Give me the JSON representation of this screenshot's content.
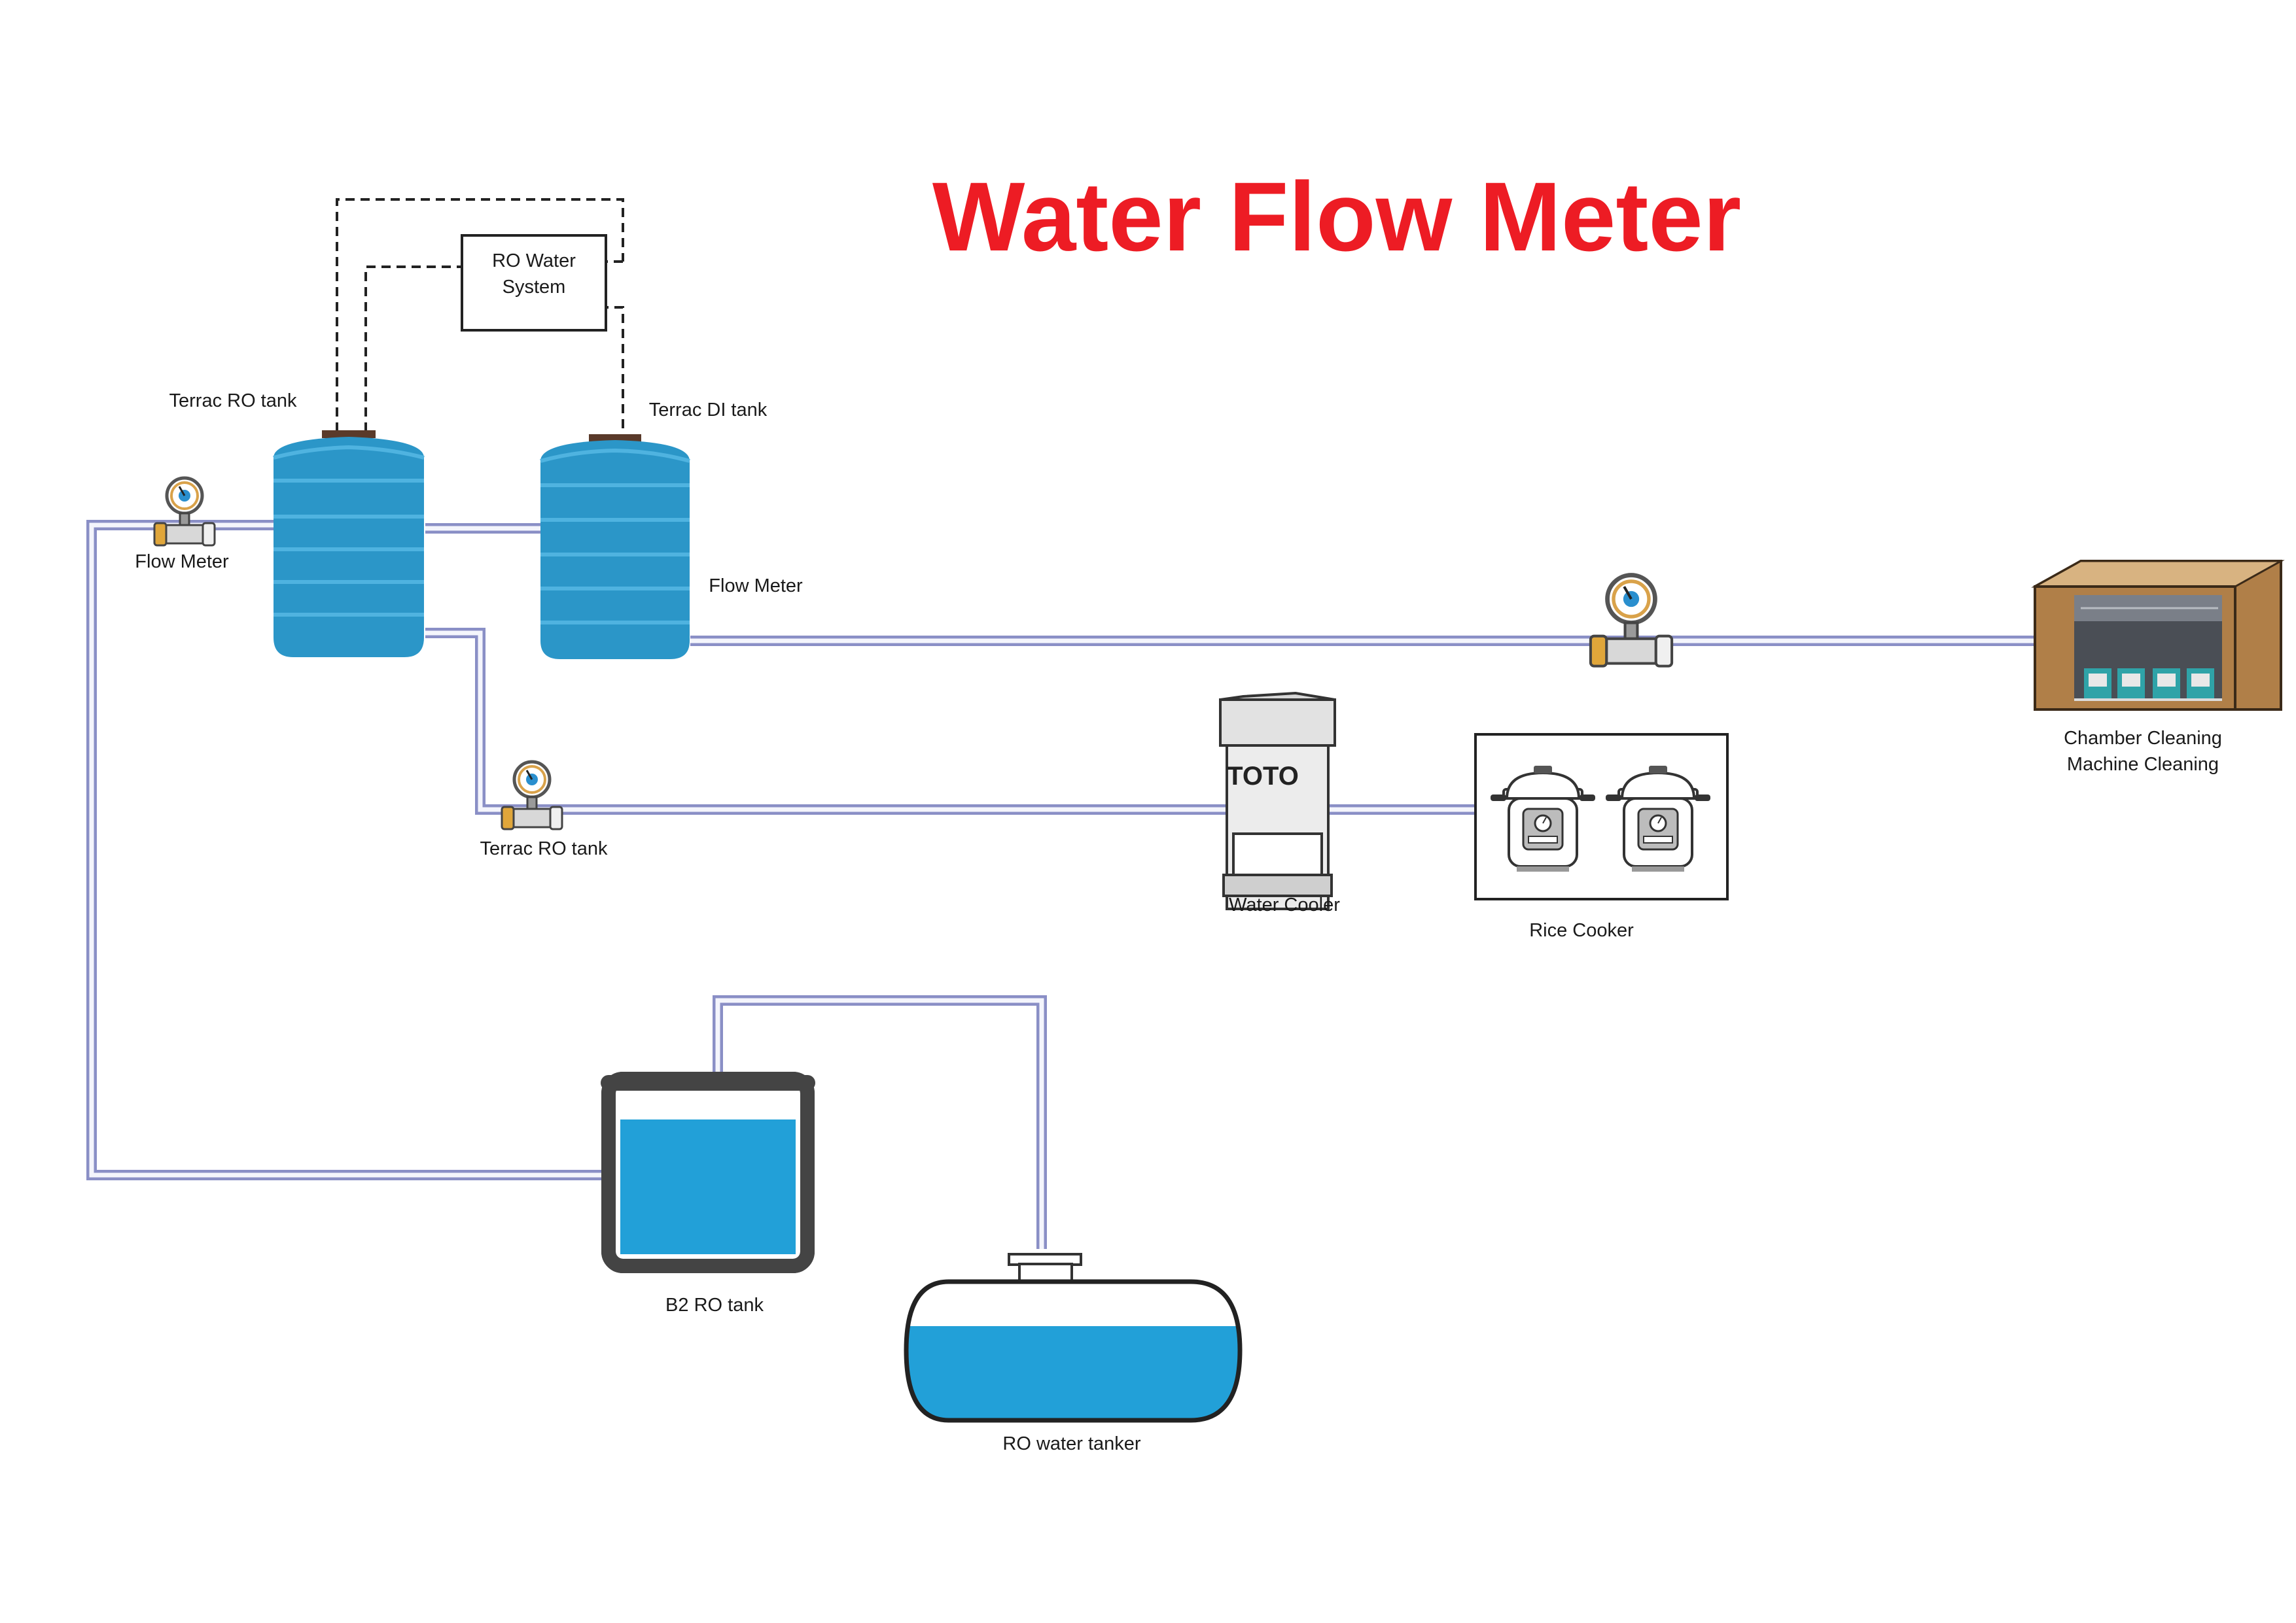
{
  "title": "Water Flow Meter",
  "ro_system": {
    "line1": "RO Water",
    "line2": "System"
  },
  "labels": {
    "terrac_ro_tank_top": "Terrac RO tank",
    "terrac_di_tank": "Terrac DI tank",
    "flow_meter_left": "Flow Meter",
    "flow_meter_right": "Flow Meter",
    "terrac_ro_tank_branch": "Terrac RO tank",
    "water_cooler": "Water Cooler",
    "rice_cooker": "Rice Cooker",
    "chamber_line1": "Chamber Cleaning",
    "chamber_line2": "Machine Cleaning",
    "b2_ro_tank": "B2 RO tank",
    "ro_water_tanker": "RO water tanker"
  },
  "cooler_brand": "TOTO",
  "colors": {
    "title": "#ed1c24",
    "tank_blue": "#2b96c8",
    "tank_stripe": "#4fb3e0",
    "water": "#22a0d8",
    "pipe": "#8a8fc6",
    "cabinet": "#b07f48"
  }
}
